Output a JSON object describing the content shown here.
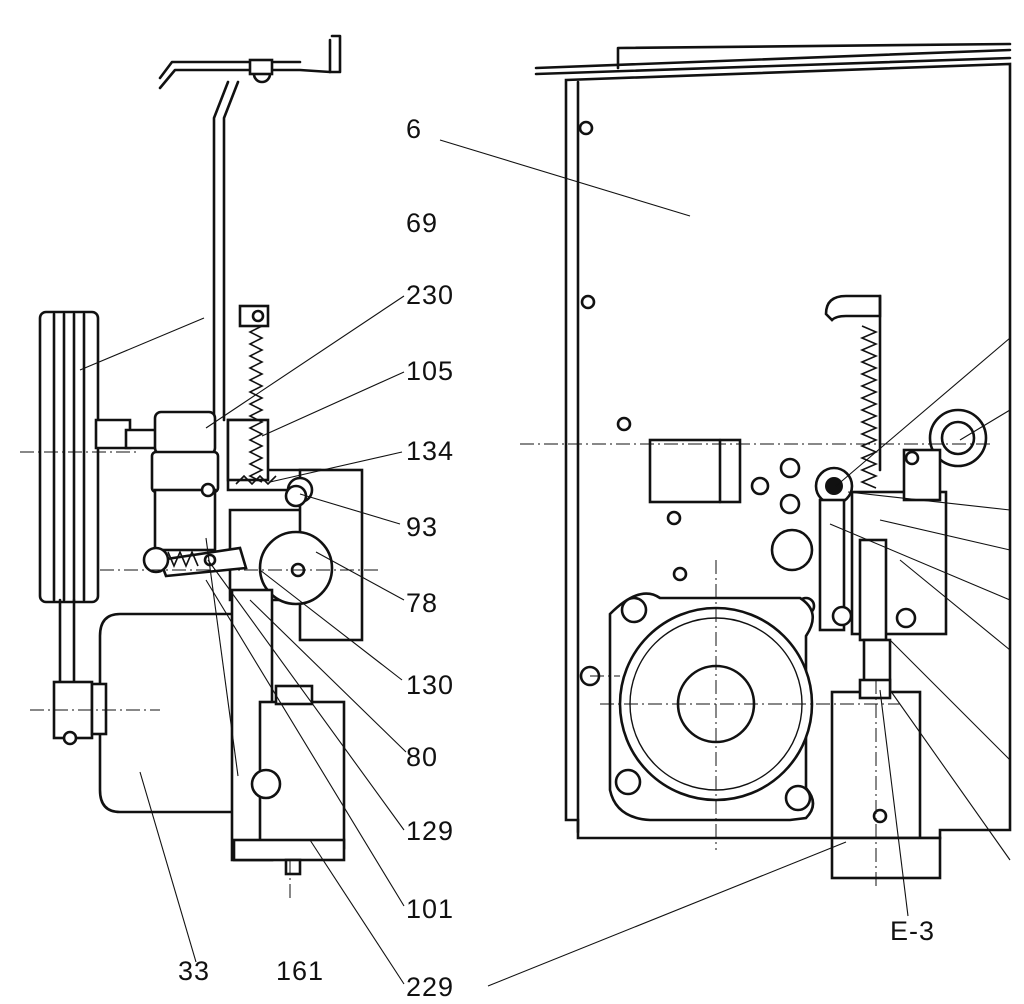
{
  "figure": {
    "labels": [
      {
        "id": "lbl-6",
        "text": "6"
      },
      {
        "id": "lbl-69",
        "text": "69"
      },
      {
        "id": "lbl-230",
        "text": "230"
      },
      {
        "id": "lbl-105",
        "text": "105"
      },
      {
        "id": "lbl-134",
        "text": "134"
      },
      {
        "id": "lbl-93",
        "text": "93"
      },
      {
        "id": "lbl-78",
        "text": "78"
      },
      {
        "id": "lbl-130",
        "text": "130"
      },
      {
        "id": "lbl-80",
        "text": "80"
      },
      {
        "id": "lbl-129",
        "text": "129"
      },
      {
        "id": "lbl-101",
        "text": "101"
      },
      {
        "id": "lbl-229",
        "text": "229"
      },
      {
        "id": "lbl-33",
        "text": "33"
      },
      {
        "id": "lbl-161",
        "text": "161"
      },
      {
        "id": "lbl-e3",
        "text": "E-3"
      }
    ]
  }
}
